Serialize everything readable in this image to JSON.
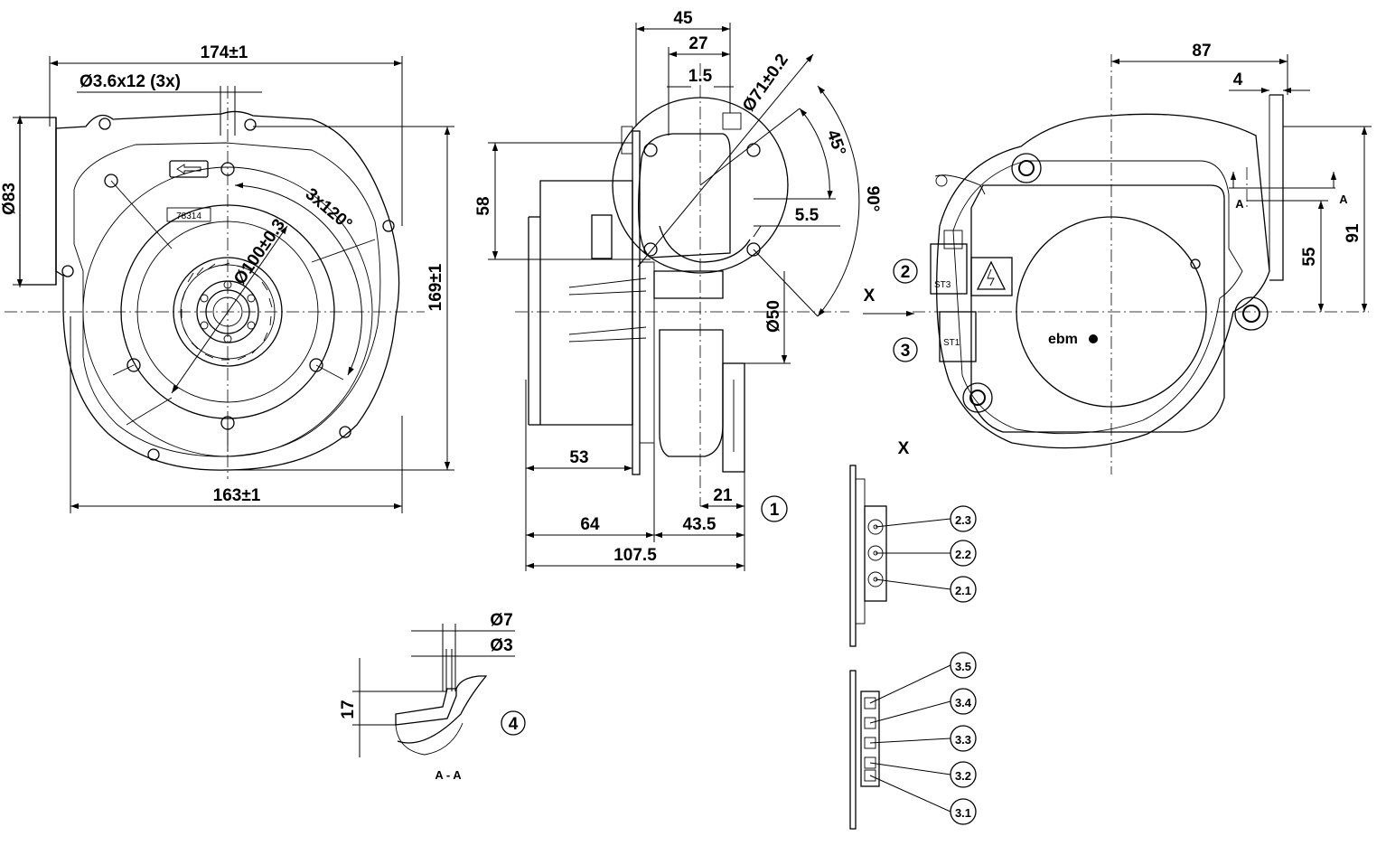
{
  "front_view": {
    "width": "174±1",
    "holes": "Ø3.6x12 (3x)",
    "flange_dia": "Ø83",
    "height": "169±1",
    "bolt_circle": "Ø100±0.3",
    "angle": "3x120°",
    "bottom_width": "163±1",
    "label_code": "78314"
  },
  "side_view": {
    "d45": "45",
    "d27": "27",
    "d1_5": "1.5",
    "dia71": "Ø71±0.2",
    "d58": "58",
    "a45": "45°",
    "a90": "90°",
    "d5_5": "5.5",
    "dia50": "Ø50",
    "d53": "53",
    "d21": "21",
    "d64": "64",
    "d43_5": "43.5",
    "d107_5": "107.5",
    "callout1": "1"
  },
  "rear_view": {
    "d87": "87",
    "d4": "4",
    "d55": "55",
    "d91": "91",
    "sec_a": "A",
    "view_x": "X",
    "callout2": "2",
    "callout3": "3",
    "logo": "ebm",
    "st3": "ST3",
    "st1": "ST1"
  },
  "section_aa": {
    "dia7": "Ø7",
    "dia3": "Ø3",
    "d17": "17",
    "callout4": "4",
    "title": "A - A"
  },
  "connector_x": {
    "title": "X",
    "pins2": [
      "2.3",
      "2.2",
      "2.1"
    ],
    "pins3": [
      "3.5",
      "3.4",
      "3.3",
      "3.2",
      "3.1"
    ]
  }
}
